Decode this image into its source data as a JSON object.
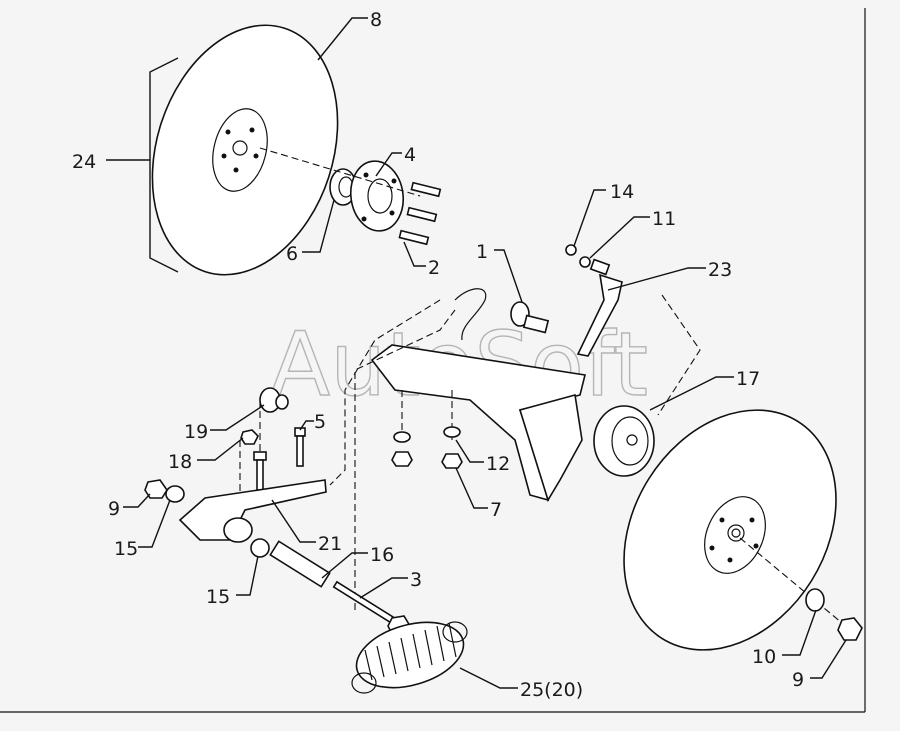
{
  "watermark": "AutoSoft",
  "callouts": [
    "8",
    "4",
    "24",
    "6",
    "2",
    "14",
    "11",
    "1",
    "23",
    "17",
    "19",
    "5",
    "18",
    "12",
    "9",
    "7",
    "15",
    "21",
    "16",
    "3",
    "15",
    "10",
    "9",
    "25(20)"
  ]
}
